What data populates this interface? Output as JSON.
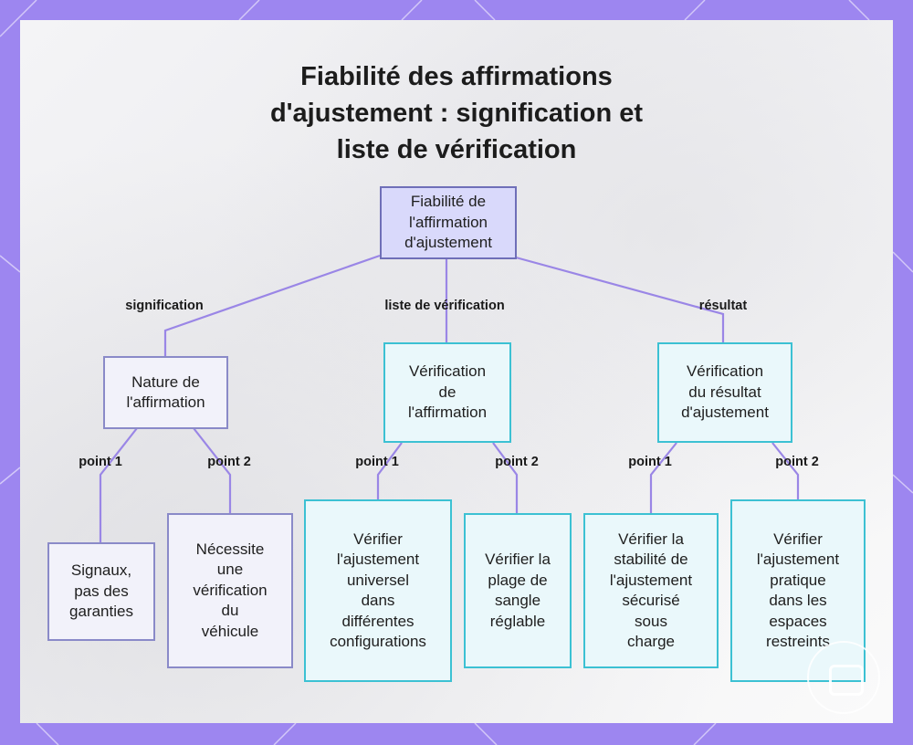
{
  "title": [
    "Fiabilité des affirmations",
    "d'ajustement : signification et",
    "liste de vérification"
  ],
  "root": [
    "Fiabilité de",
    "l'affirmation",
    "d'ajustement"
  ],
  "branches": [
    {
      "label": "signification",
      "node": [
        "Nature de",
        "l'affirmation"
      ],
      "children": [
        {
          "label": "point 1",
          "node": [
            "Signaux,",
            "pas des",
            "garanties"
          ]
        },
        {
          "label": "point 2",
          "node": [
            "Nécessite",
            "une",
            "vérification",
            "du",
            "véhicule"
          ]
        }
      ]
    },
    {
      "label": "liste de vérification",
      "node": [
        "Vérification",
        "de",
        "l'affirmation"
      ],
      "children": [
        {
          "label": "point 1",
          "node": [
            "Vérifier",
            "l'ajustement",
            "universel",
            "dans",
            "différentes",
            "configurations"
          ]
        },
        {
          "label": "point 2",
          "node": [
            "Vérifier la",
            "plage de",
            "sangle",
            "réglable"
          ]
        }
      ]
    },
    {
      "label": "résultat",
      "node": [
        "Vérification",
        "du résultat",
        "d'ajustement"
      ],
      "children": [
        {
          "label": "point 1",
          "node": [
            "Vérifier la",
            "stabilité de",
            "l'ajustement",
            "sécurisé",
            "sous",
            "charge"
          ]
        },
        {
          "label": "point 2",
          "node": [
            "Vérifier",
            "l'ajustement",
            "pratique",
            "dans les",
            "espaces",
            "restreints"
          ]
        }
      ]
    }
  ],
  "colors": {
    "frame": "#9d86f0",
    "edge": "#9a86e6",
    "root_fill": "#d9d9fb",
    "teal_border": "#3cc1d3"
  }
}
